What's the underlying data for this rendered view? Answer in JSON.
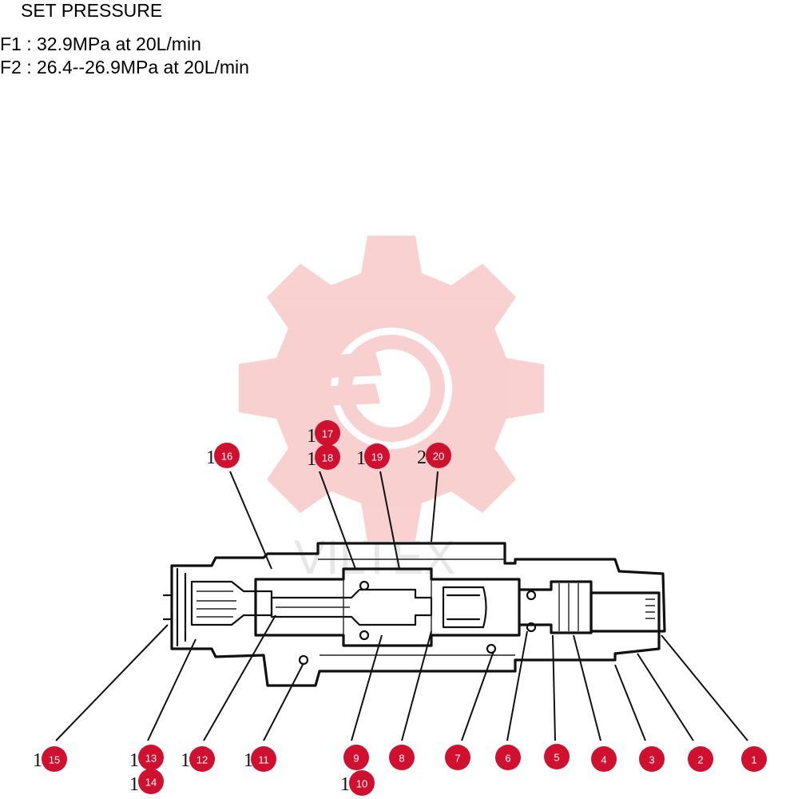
{
  "header": {
    "title": "SET PRESSURE",
    "f1": "F1 : 32.9MPa  at  20L/min",
    "f2": "F2 : 26.4--26.9MPa  at  20L/min"
  },
  "watermark": {
    "text": "VILTEX",
    "color": "#f8cccc",
    "icon": "gear-wrench-logo"
  },
  "badge_color": "#d0102e",
  "callouts": [
    {
      "id": "1",
      "label": "1"
    },
    {
      "id": "2",
      "label": "2"
    },
    {
      "id": "3",
      "label": "3"
    },
    {
      "id": "4",
      "label": "4"
    },
    {
      "id": "5",
      "label": "5"
    },
    {
      "id": "6",
      "label": "6"
    },
    {
      "id": "7",
      "label": "7"
    },
    {
      "id": "8",
      "label": "8"
    },
    {
      "id": "9",
      "label": "9"
    },
    {
      "id": "10",
      "label": "10",
      "prefix": "1"
    },
    {
      "id": "11",
      "label": "11",
      "prefix": "1"
    },
    {
      "id": "12",
      "label": "12",
      "prefix": "1"
    },
    {
      "id": "13",
      "label": "13",
      "prefix": "1"
    },
    {
      "id": "14",
      "label": "14",
      "prefix": "1"
    },
    {
      "id": "15",
      "label": "15",
      "prefix": "1"
    },
    {
      "id": "16",
      "label": "16",
      "prefix": "1"
    },
    {
      "id": "17",
      "label": "17",
      "prefix": "1"
    },
    {
      "id": "18",
      "label": "18",
      "prefix": "1"
    },
    {
      "id": "19",
      "label": "19",
      "prefix": "1"
    },
    {
      "id": "20",
      "label": "20",
      "prefix": "2"
    }
  ]
}
